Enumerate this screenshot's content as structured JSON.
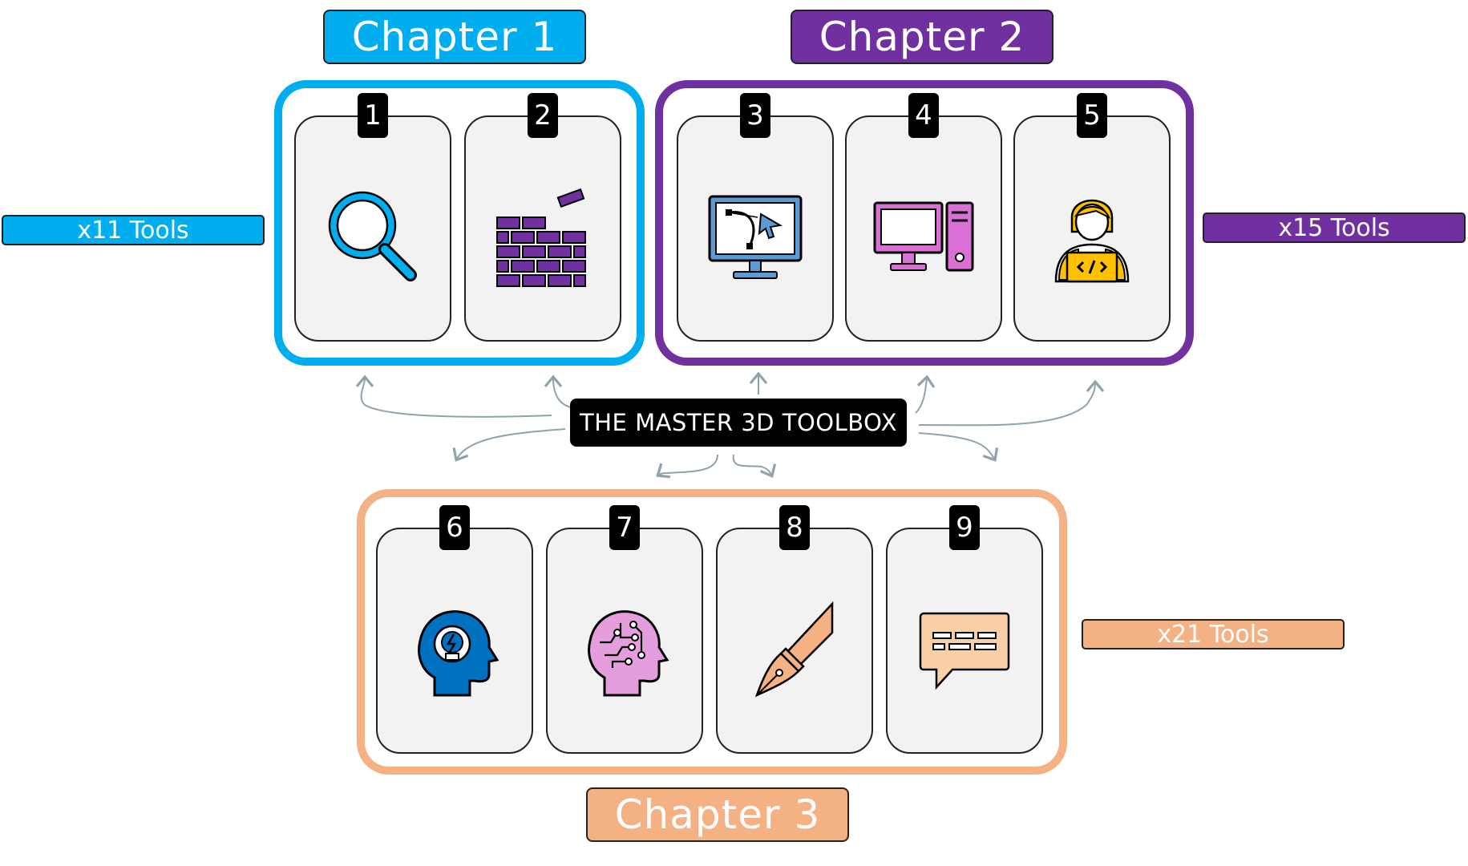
{
  "colors": {
    "chapter1": "#00aeef",
    "chapter2": "#7030a0",
    "chapter3": "#f4b183",
    "center": "#000000",
    "card_bg": "#f2f2f2",
    "arrow": "#8fa3ad"
  },
  "center": {
    "label": "THE MASTER 3D TOOLBOX"
  },
  "chapters": [
    {
      "title": "Chapter 1",
      "tools": "x11 Tools"
    },
    {
      "title": "Chapter 2",
      "tools": "x15 Tools"
    },
    {
      "title": "Chapter 3",
      "tools": "x21 Tools"
    }
  ],
  "cards": [
    {
      "number": "1",
      "icon": "magnifier-icon"
    },
    {
      "number": "2",
      "icon": "brick-wall-icon"
    },
    {
      "number": "3",
      "icon": "vector-design-monitor-icon"
    },
    {
      "number": "4",
      "icon": "desktop-computer-icon"
    },
    {
      "number": "5",
      "icon": "programmer-icon"
    },
    {
      "number": "6",
      "icon": "head-lightbulb-icon"
    },
    {
      "number": "7",
      "icon": "head-circuit-icon"
    },
    {
      "number": "8",
      "icon": "fountain-pen-icon"
    },
    {
      "number": "9",
      "icon": "chat-bubble-icon"
    }
  ]
}
